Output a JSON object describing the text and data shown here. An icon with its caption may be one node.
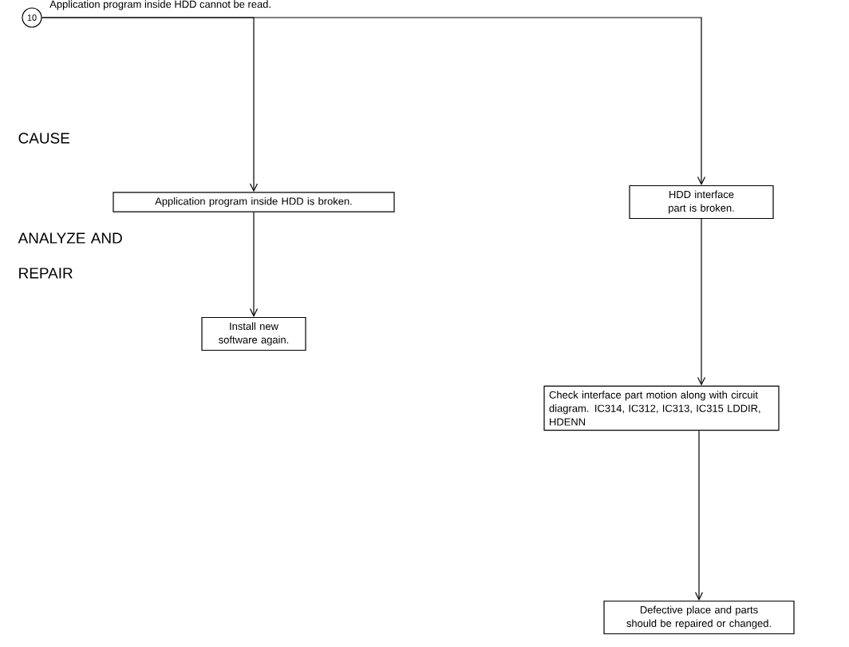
{
  "diagram": {
    "nodes": [
      {
        "text": [
          "10"
        ],
        "beside": [
          "Application program inside HDD cannot be read."
        ]
      },
      {
        "text": [
          "Application program inside HDD is broken."
        ]
      },
      {
        "text": [
          "HDD interface part is broken."
        ]
      },
      {
        "text": [
          "Install new software again."
        ]
      },
      {
        "text": [
          "Check interface part motion along with circuit diagram. IC314, IC312, IC313, IC315 LDDIR, HDENN"
        ]
      },
      {
        "text": [
          "Defective place and parts should be repaired or changed."
        ]
      }
    ],
    "edges": [
      {
        "from": 0,
        "to": 1,
        "arrow": "to"
      },
      {
        "from": 0,
        "to": 2,
        "arrow": "to"
      },
      {
        "from": 1,
        "to": 3,
        "arrow": "to"
      },
      {
        "from": 2,
        "to": 4,
        "arrow": "to"
      },
      {
        "from": 4,
        "to": 5,
        "arrow": "to"
      }
    ],
    "labels": [
      "CAUSE",
      "ANALYZE AND REPAIR"
    ]
  }
}
